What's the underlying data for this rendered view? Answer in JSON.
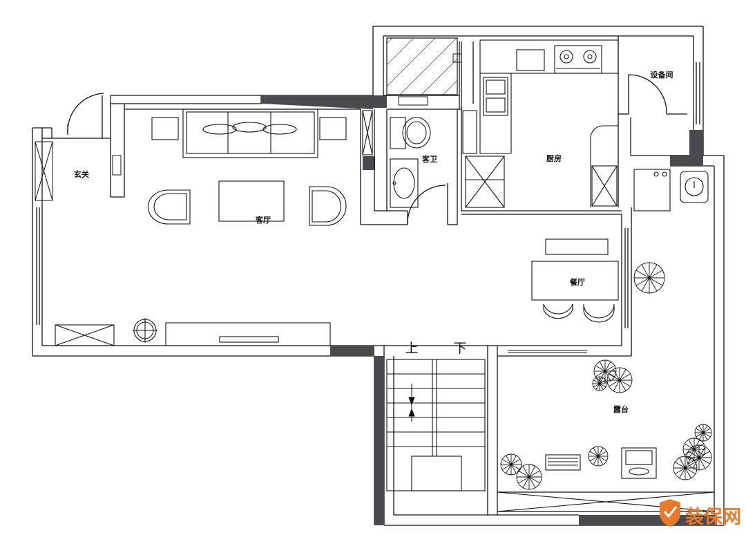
{
  "rooms": {
    "entrance": "玄关",
    "living": "客厅",
    "guest_bath": "客卫",
    "kitchen": "厨房",
    "equipment": "设备间",
    "dining": "餐厅",
    "terrace": "露台"
  },
  "stairs": {
    "up": "上",
    "down": "下"
  },
  "watermark": {
    "text": "装保网",
    "color": "#e87a2a"
  },
  "colors": {
    "wall_fill": "#4a4a4f",
    "line": "#111111"
  }
}
